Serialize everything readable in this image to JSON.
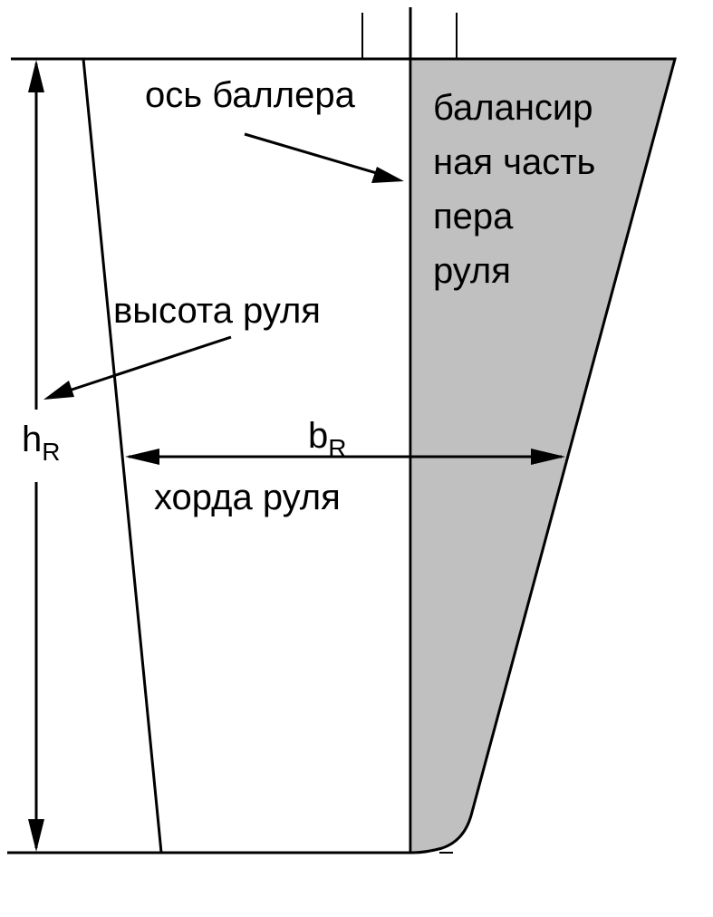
{
  "labels": {
    "stock_axis": "ось баллера",
    "balance_part": [
      "балансир",
      "ная часть",
      "пера",
      "руля"
    ],
    "rudder_height": "высота руля",
    "height_symbol": {
      "base": "h",
      "sub": "R"
    },
    "chord_symbol": {
      "base": "b",
      "sub": "R"
    },
    "rudder_chord": "хорда руля"
  },
  "colors": {
    "line": "#000000",
    "balance_fill": "#c0c0c0",
    "background": "#ffffff"
  }
}
